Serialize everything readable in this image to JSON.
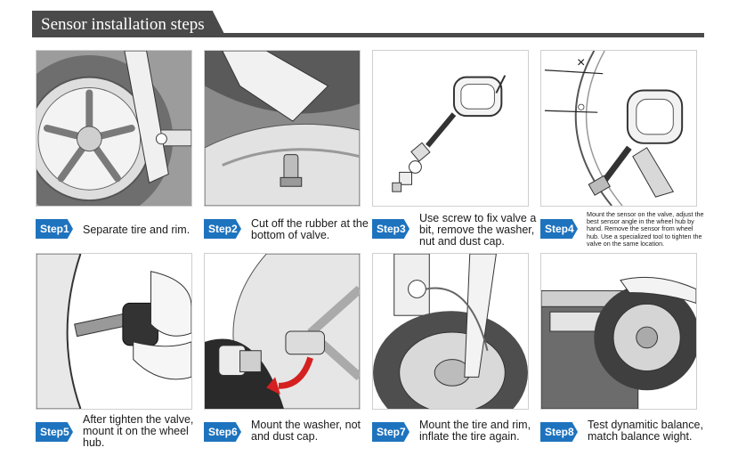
{
  "header": {
    "title": "Sensor installation steps"
  },
  "steps": [
    {
      "badge": "Step1",
      "text": "Separate tire and rim."
    },
    {
      "badge": "Step2",
      "text": "Cut off the rubber at the bottom of valve."
    },
    {
      "badge": "Step3",
      "text": "Use screw to fix valve a bit, remove the washer, nut and dust cap."
    },
    {
      "badge": "Step4",
      "text": "Mount the sensor on the valve, adjust the best sensor angle in the wheel hub by hand. Remove the sensor from wheel hub. Use a specialized tool to tighten the valve on the same location."
    },
    {
      "badge": "Step5",
      "text": "After tighten the valve, mount it on the wheel hub."
    },
    {
      "badge": "Step6",
      "text": "Mount the washer, not and dust cap."
    },
    {
      "badge": "Step7",
      "text": "Mount the tire and rim, inflate the tire again."
    },
    {
      "badge": "Step8",
      "text": "Test dynamitic balance, match balance wight."
    }
  ],
  "step4_marks": {
    "wrong": "×",
    "right": "○"
  },
  "colors": {
    "badge": "#1e73be",
    "header": "#4a4a4a",
    "arrow": "#d42020"
  }
}
